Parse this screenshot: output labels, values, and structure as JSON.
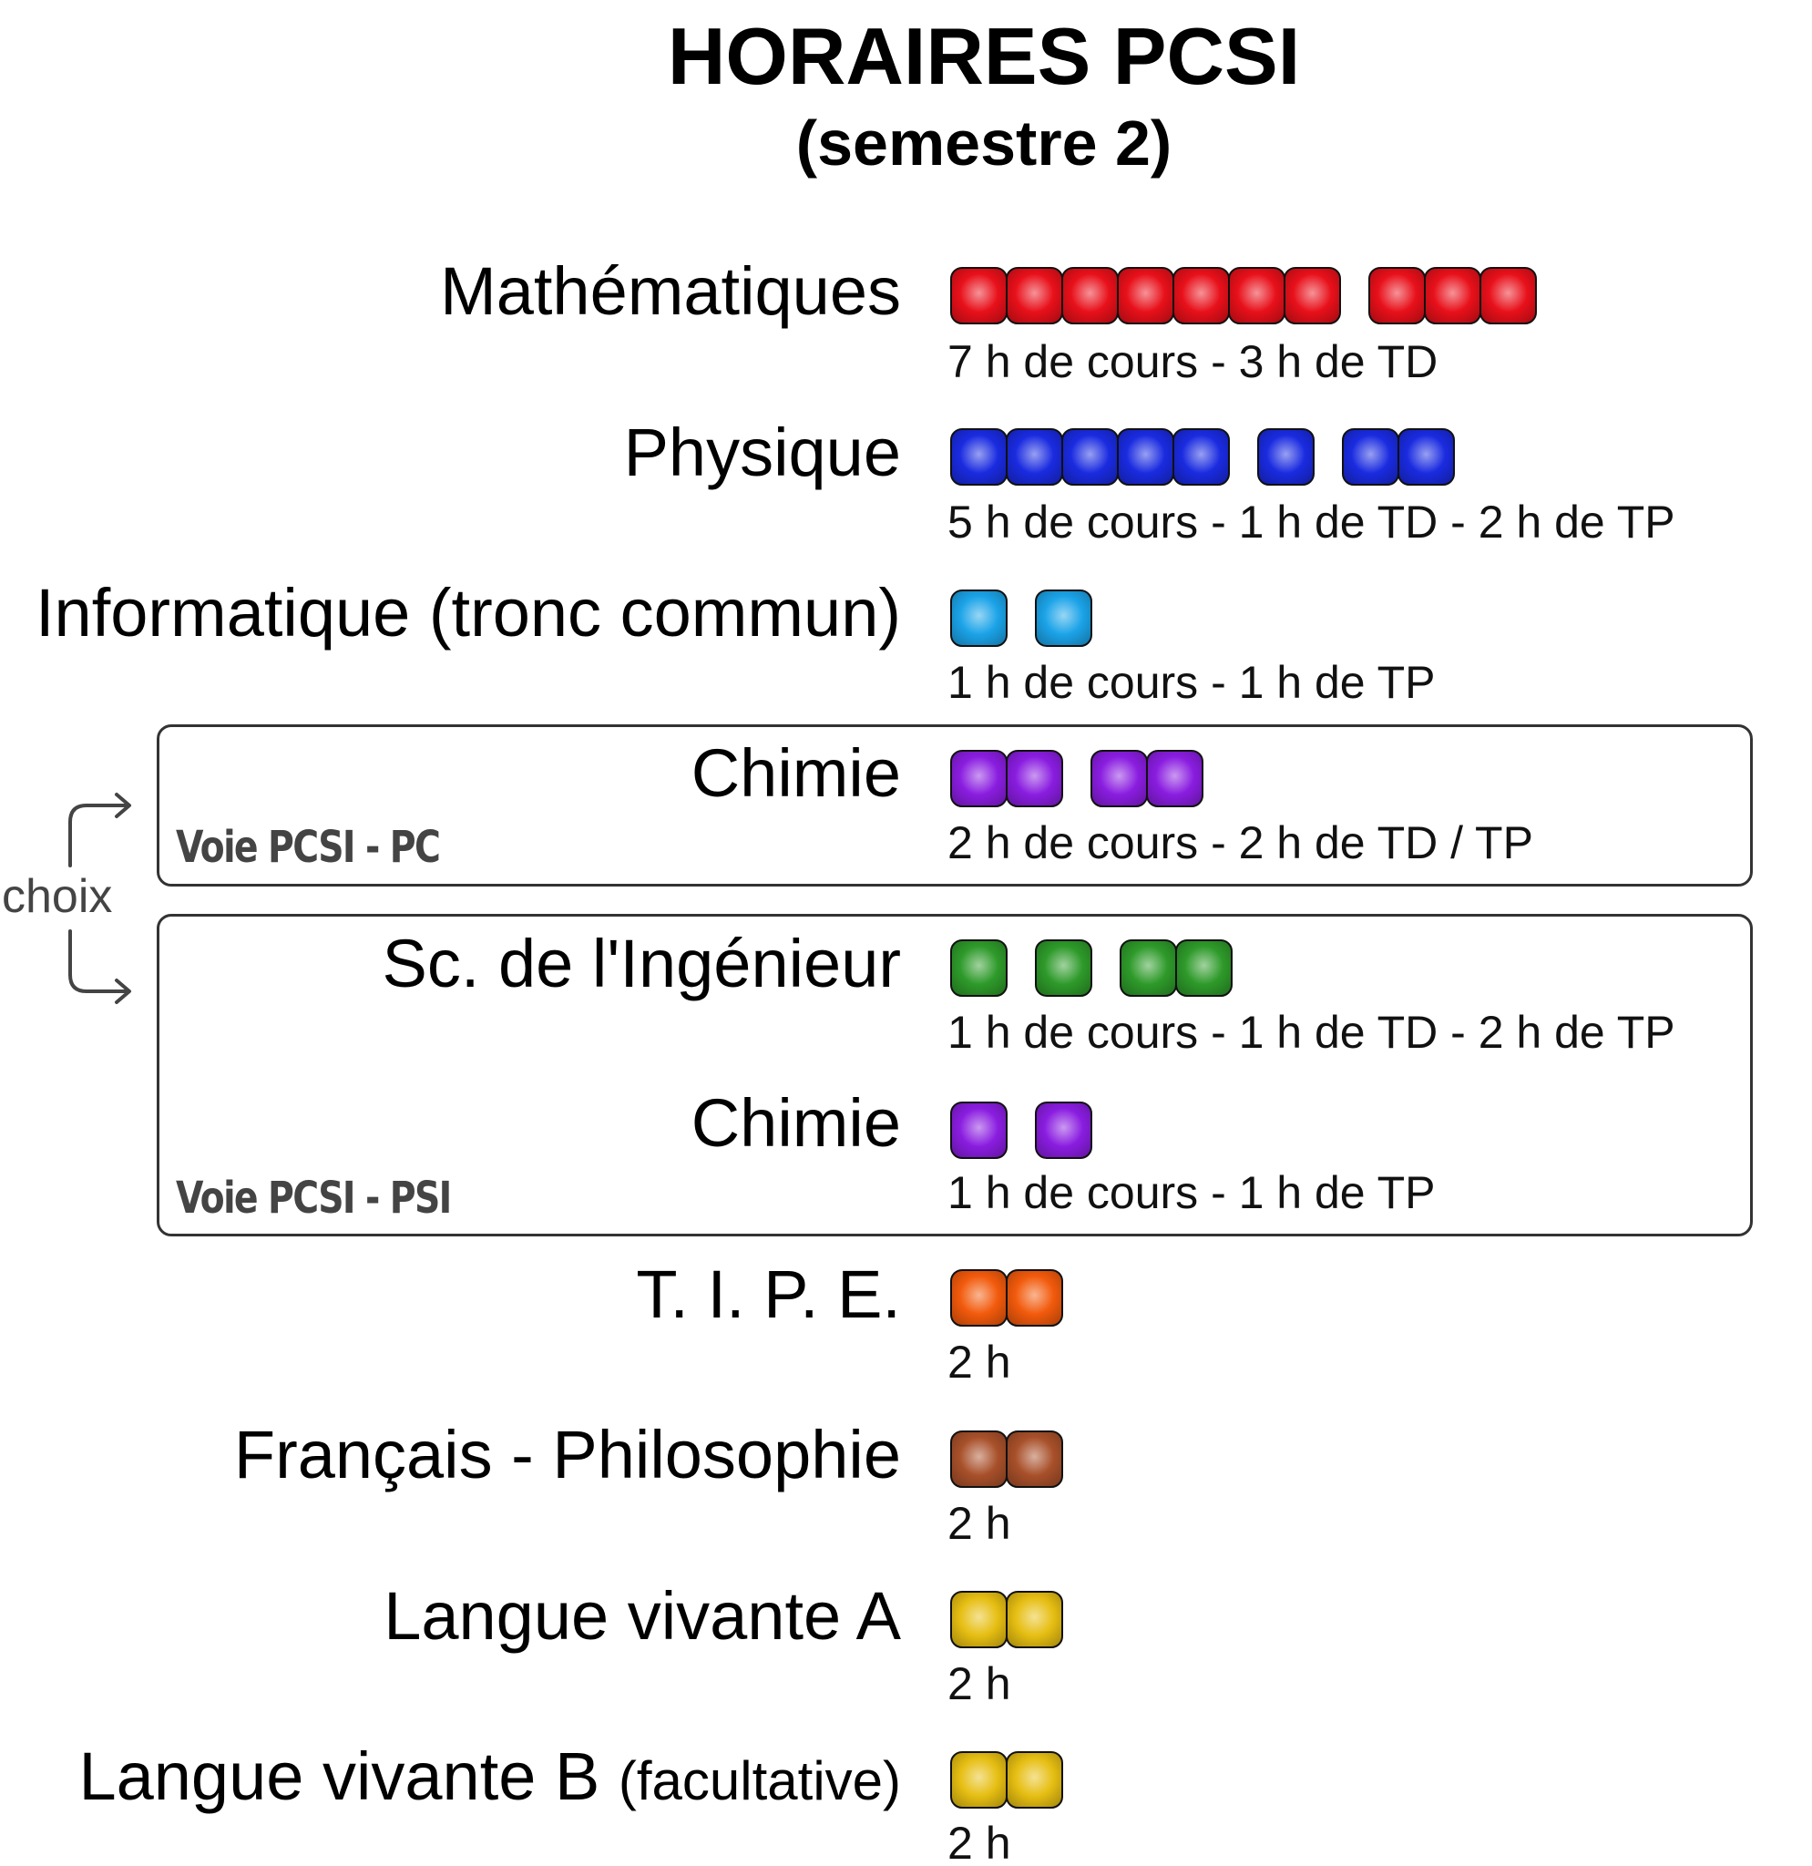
{
  "title": "HORAIRES PCSI",
  "subtitle": "(semestre 2)",
  "choice_label": "choix",
  "tracks": {
    "pc": "Voie PCSI - PC",
    "psi": "Voie PCSI - PSI"
  },
  "subjects": [
    {
      "id": "math",
      "name": "Mathématiques",
      "detail": "7 h de cours - 3 h de TD",
      "color": "#e8101a",
      "hour_groups": [
        7,
        3
      ]
    },
    {
      "id": "physique",
      "name": "Physique",
      "detail": "5 h de cours - 1 h de TD - 2 h de TP",
      "color": "#1a2be0",
      "hour_groups": [
        5,
        1,
        2
      ]
    },
    {
      "id": "info",
      "name": "Informatique (tronc commun)",
      "detail": "1 h de cours - 1 h de TP",
      "color": "#1ba3e8",
      "hour_groups": [
        1,
        1
      ]
    },
    {
      "id": "chimie-pc",
      "name": "Chimie",
      "detail": "2 h de cours - 2 h de TD / TP",
      "color": "#8a1de0",
      "hour_groups": [
        2,
        2
      ]
    },
    {
      "id": "si",
      "name": "Sc. de l'Ingénieur",
      "detail": "1 h de cours - 1 h de TD - 2 h de TP",
      "color": "#2e9a2a",
      "hour_groups": [
        1,
        1,
        2
      ]
    },
    {
      "id": "chimie-psi",
      "name": "Chimie",
      "detail": "1 h de cours - 1 h de TP",
      "color": "#8a1de0",
      "hour_groups": [
        1,
        1
      ]
    },
    {
      "id": "tipe",
      "name": "T. I. P. E.",
      "detail": "2 h",
      "color": "#f25a0c",
      "hour_groups": [
        2
      ]
    },
    {
      "id": "francais",
      "name": "Français - Philosophie",
      "detail": "2 h",
      "color": "#a8502a",
      "hour_groups": [
        2
      ]
    },
    {
      "id": "lva",
      "name": "Langue vivante A",
      "detail": "2 h",
      "color": "#e6be12",
      "hour_groups": [
        2
      ]
    },
    {
      "id": "lvb",
      "name": "Langue vivante B",
      "name_note": "(facultative)",
      "detail": "2 h",
      "color": "#e6be12",
      "hour_groups": [
        2
      ]
    }
  ]
}
